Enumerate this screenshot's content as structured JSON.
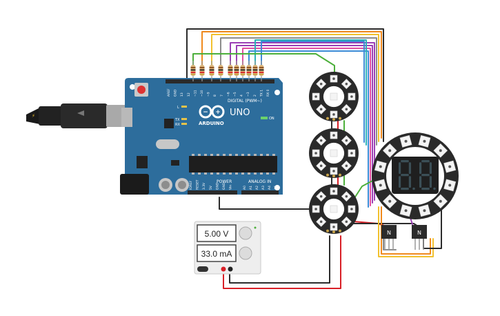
{
  "arduino": {
    "logo_text": "ARDUINO",
    "model_text": "UNO",
    "digital_header": "DIGITAL (PWM~)",
    "power_header": "POWER",
    "analog_header": "ANALOG IN",
    "on_label": "ON",
    "tx_label": "TX",
    "rx_label": "RX",
    "l_label": "L",
    "pin_labels_top": [
      "AREF",
      "GND",
      "13",
      "12",
      "~11",
      "~10",
      "~9",
      "8",
      "7",
      "~6",
      "~5",
      "4",
      "~3",
      "2",
      "TX 1",
      "RX 0"
    ],
    "pin_labels_power": [
      "IOREF",
      "RESET",
      "3.3V",
      "5V",
      "GND",
      "GND",
      "Vin"
    ],
    "pin_labels_analog": [
      "A0",
      "A1",
      "A2",
      "A3",
      "A4",
      "A5"
    ],
    "board_color": "#2d6d9c"
  },
  "power_supply": {
    "voltage_display": "5.00 V",
    "current_display": "33.0 mA"
  },
  "transistors": {
    "left_label": "N",
    "right_label": "N"
  },
  "display": {
    "digits": "88",
    "segment_color": "#3b4f57"
  },
  "neopixel_rings": {
    "count_small": 3,
    "count_large": 1
  },
  "colors": {
    "wire_black": "#2b2b2b",
    "wire_red": "#d81f26",
    "wire_yellow": "#f2c12e",
    "wire_orange": "#f08a1c",
    "wire_green": "#4caf3a",
    "wire_purple": "#9b3fb5",
    "wire_pink": "#e14fa1",
    "wire_blue": "#3c8bd6",
    "wire_teal": "#2bb3b8",
    "wire_gray": "#8c8c8c"
  }
}
